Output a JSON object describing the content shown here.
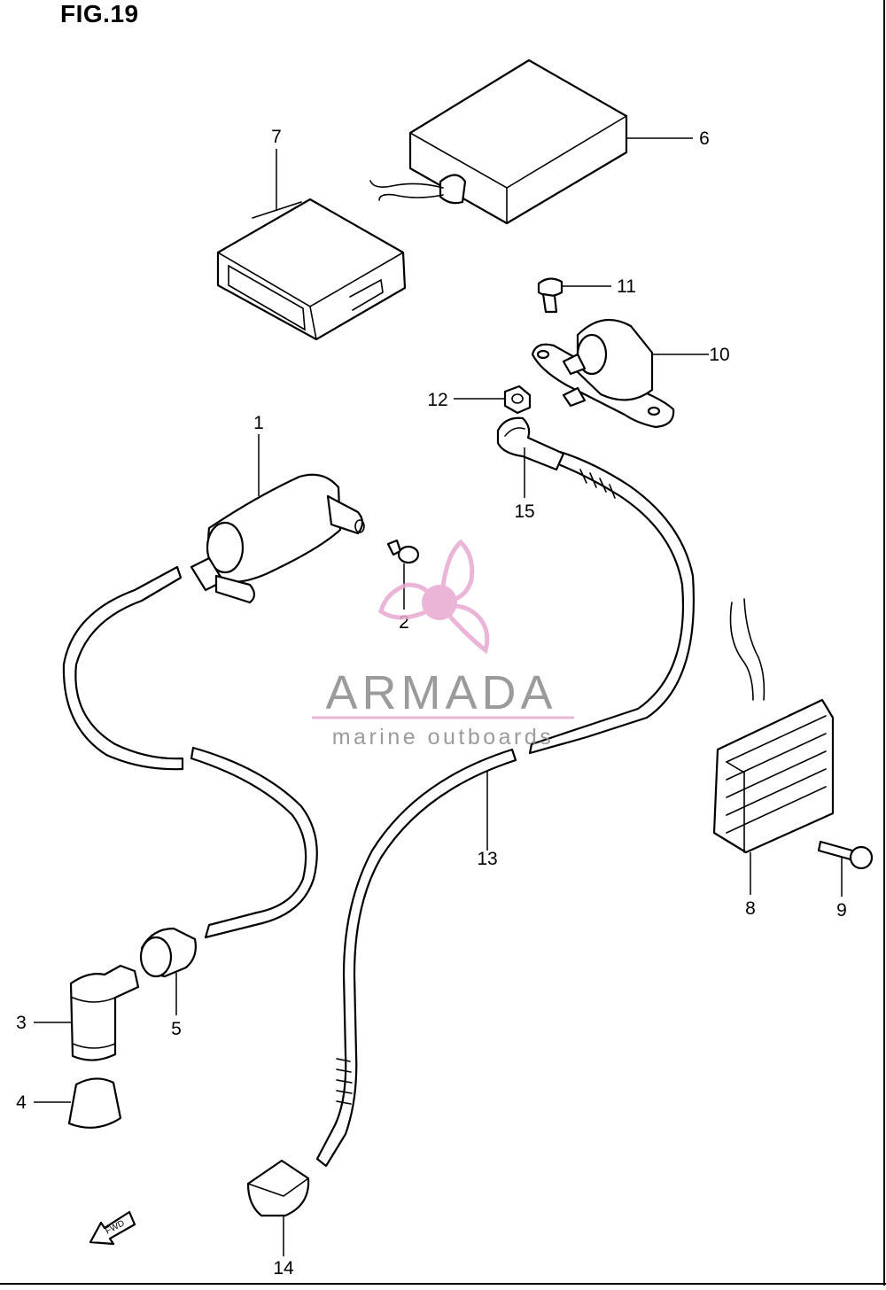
{
  "figure": {
    "title": "FIG.19"
  },
  "callouts": [
    {
      "id": "1",
      "label": "1"
    },
    {
      "id": "2",
      "label": "2"
    },
    {
      "id": "3",
      "label": "3"
    },
    {
      "id": "4",
      "label": "4"
    },
    {
      "id": "5",
      "label": "5"
    },
    {
      "id": "6",
      "label": "6"
    },
    {
      "id": "7",
      "label": "7"
    },
    {
      "id": "8",
      "label": "8"
    },
    {
      "id": "9",
      "label": "9"
    },
    {
      "id": "10",
      "label": "10"
    },
    {
      "id": "11",
      "label": "11"
    },
    {
      "id": "12",
      "label": "12"
    },
    {
      "id": "13",
      "label": "13"
    },
    {
      "id": "14",
      "label": "14"
    },
    {
      "id": "15",
      "label": "15"
    }
  ],
  "direction_arrow": {
    "label": "FWD",
    "icon": "fwd-arrow-icon"
  },
  "watermark": {
    "brand": "ARMADA",
    "tagline": "marine outboards",
    "icon": "propeller-icon",
    "colors": {
      "brand": "#8a8a8a",
      "accent": "#e7a9cf"
    }
  }
}
